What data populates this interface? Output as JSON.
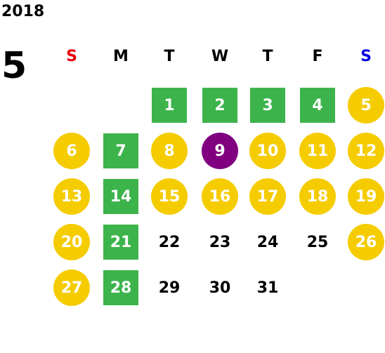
{
  "year": "2018",
  "month": "5",
  "weekdays": [
    {
      "label": "S",
      "color": "#e8000b"
    },
    {
      "label": "M",
      "color": "#000000"
    },
    {
      "label": "T",
      "color": "#000000"
    },
    {
      "label": "W",
      "color": "#000000"
    },
    {
      "label": "T",
      "color": "#000000"
    },
    {
      "label": "F",
      "color": "#000000"
    },
    {
      "label": "S",
      "color": "#0000e0"
    }
  ],
  "legend_colors": {
    "green": "#3cb44b",
    "yellow": "#f5cc00",
    "purple": "#800080"
  },
  "weeks": [
    [
      null,
      null,
      {
        "day": "1",
        "style": "green"
      },
      {
        "day": "2",
        "style": "green"
      },
      {
        "day": "3",
        "style": "green"
      },
      {
        "day": "4",
        "style": "green"
      },
      {
        "day": "5",
        "style": "yellow"
      }
    ],
    [
      {
        "day": "6",
        "style": "yellow"
      },
      {
        "day": "7",
        "style": "green"
      },
      {
        "day": "8",
        "style": "yellow"
      },
      {
        "day": "9",
        "style": "purple"
      },
      {
        "day": "10",
        "style": "yellow"
      },
      {
        "day": "11",
        "style": "yellow"
      },
      {
        "day": "12",
        "style": "yellow"
      }
    ],
    [
      {
        "day": "13",
        "style": "yellow"
      },
      {
        "day": "14",
        "style": "green"
      },
      {
        "day": "15",
        "style": "yellow"
      },
      {
        "day": "16",
        "style": "yellow"
      },
      {
        "day": "17",
        "style": "yellow"
      },
      {
        "day": "18",
        "style": "yellow"
      },
      {
        "day": "19",
        "style": "yellow"
      }
    ],
    [
      {
        "day": "20",
        "style": "yellow"
      },
      {
        "day": "21",
        "style": "green"
      },
      {
        "day": "22",
        "style": "plain"
      },
      {
        "day": "23",
        "style": "plain"
      },
      {
        "day": "24",
        "style": "plain"
      },
      {
        "day": "25",
        "style": "plain"
      },
      {
        "day": "26",
        "style": "yellow"
      }
    ],
    [
      {
        "day": "27",
        "style": "yellow"
      },
      {
        "day": "28",
        "style": "green"
      },
      {
        "day": "29",
        "style": "plain"
      },
      {
        "day": "30",
        "style": "plain"
      },
      {
        "day": "31",
        "style": "plain"
      },
      null,
      null
    ]
  ]
}
